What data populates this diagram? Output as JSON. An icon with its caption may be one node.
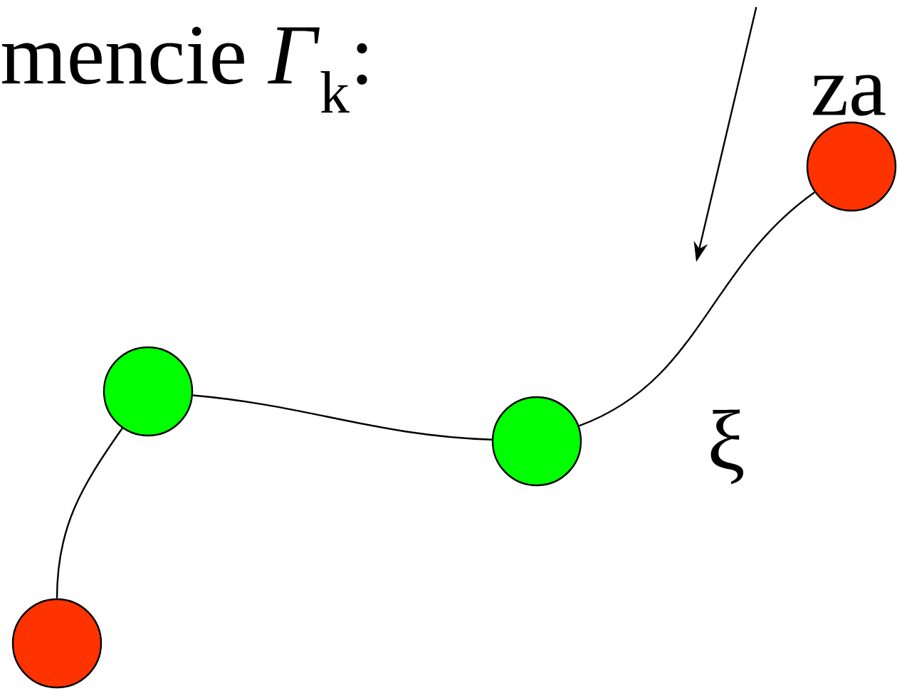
{
  "diagram": {
    "nodes": [
      {
        "text": [
          "za"
        ]
      },
      {
        "text": [],
        "shape": "circle"
      },
      {
        "text": [],
        "shape": "circle"
      },
      {
        "text": [],
        "shape": "circle"
      },
      {
        "text": [],
        "shape": "circle"
      }
    ],
    "edges": [
      {
        "from": 4,
        "to": 2,
        "arrow": "none"
      },
      {
        "from": 2,
        "to": 3,
        "arrow": "none"
      },
      {
        "from": 3,
        "to": 1,
        "arrow": "none"
      },
      {
        "from": 0,
        "to": null,
        "arrow": "to"
      }
    ],
    "labels": [
      "mencie *Γ*$_{k}$:",
      "ξ"
    ]
  }
}
